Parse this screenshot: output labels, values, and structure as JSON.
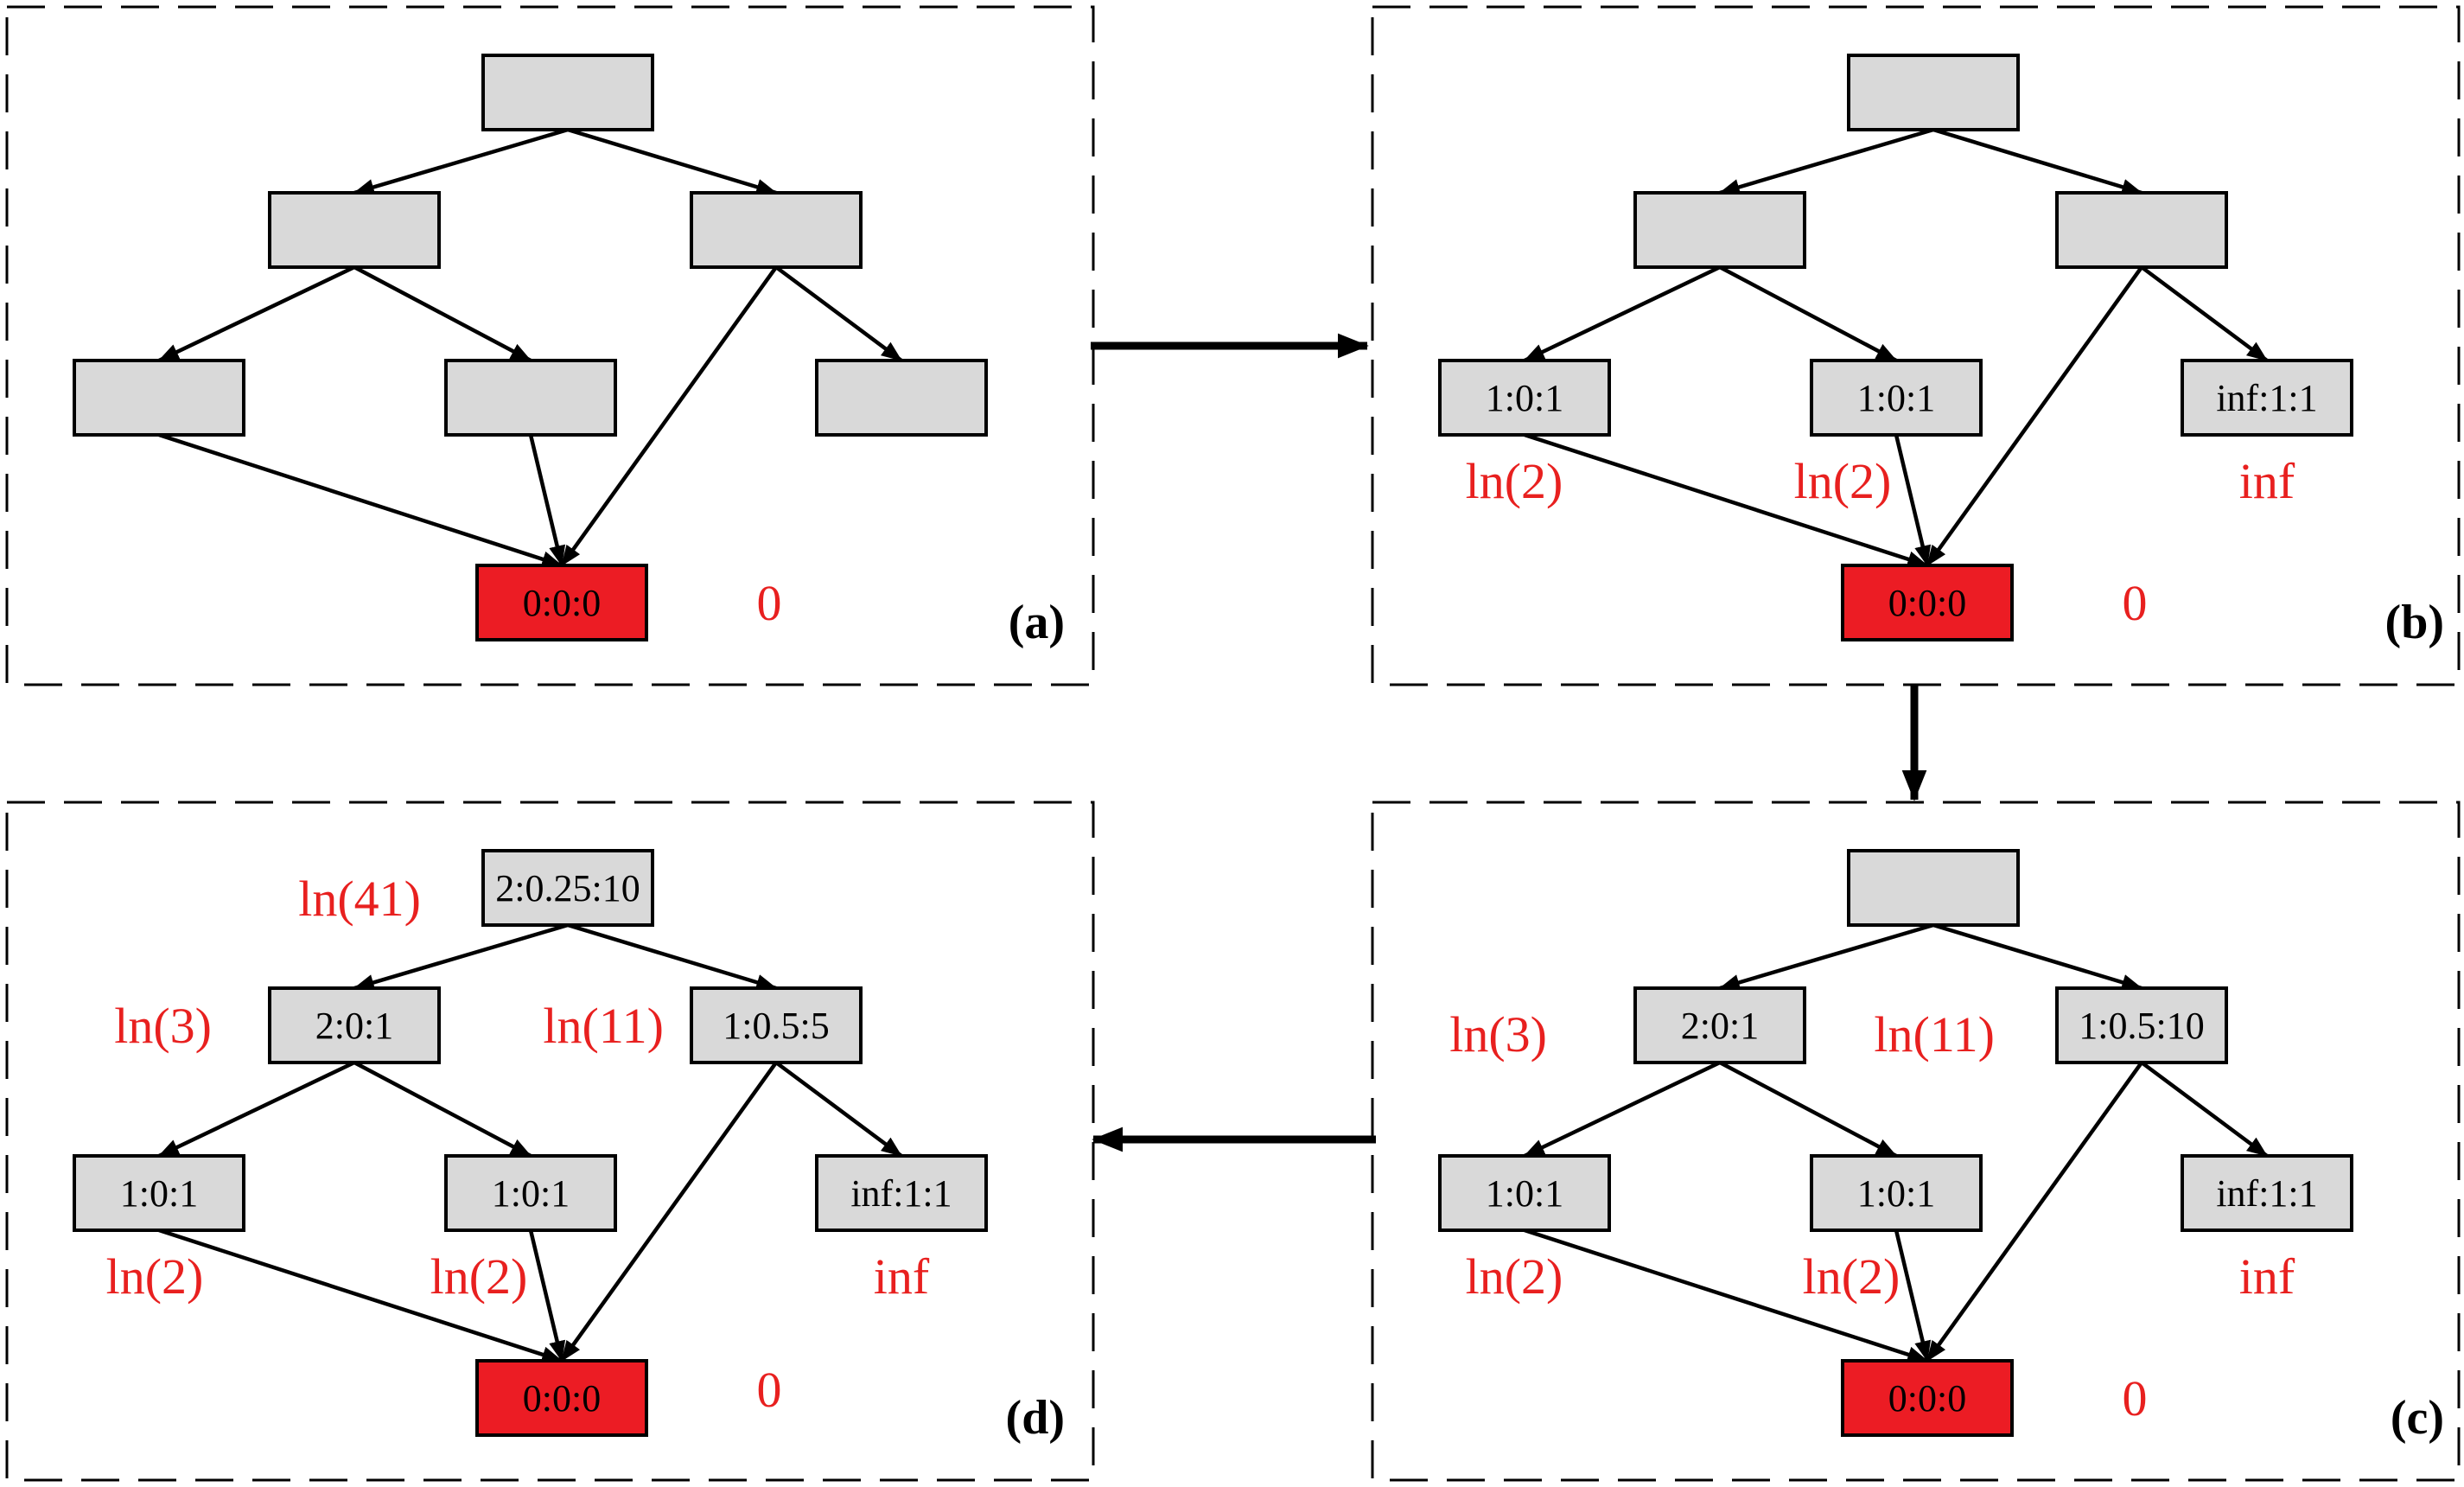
{
  "colors": {
    "node_fill": "#d9d9d9",
    "sink_fill": "#ec1c24",
    "score_text": "#e8201f",
    "stroke": "#000000"
  },
  "panels": [
    {
      "label": "(a)",
      "nodes": [
        {
          "text": "",
          "score": ""
        },
        {
          "text": "",
          "score": ""
        },
        {
          "text": "",
          "score": ""
        },
        {
          "text": "",
          "score": ""
        },
        {
          "text": "",
          "score": ""
        },
        {
          "text": "",
          "score": ""
        },
        {
          "text": "0:0:0",
          "score": "0"
        }
      ]
    },
    {
      "label": "(b)",
      "nodes": [
        {
          "text": "",
          "score": ""
        },
        {
          "text": "",
          "score": ""
        },
        {
          "text": "",
          "score": ""
        },
        {
          "text": "1:0:1",
          "score": "ln(2)"
        },
        {
          "text": "1:0:1",
          "score": "ln(2)"
        },
        {
          "text": "inf:1:1",
          "score": "inf"
        },
        {
          "text": "0:0:0",
          "score": "0"
        }
      ]
    },
    {
      "label": "(c)",
      "nodes": [
        {
          "text": "",
          "score": ""
        },
        {
          "text": "2:0:1",
          "score": "ln(3)"
        },
        {
          "text": "1:0.5:10",
          "score": "ln(11)"
        },
        {
          "text": "1:0:1",
          "score": "ln(2)"
        },
        {
          "text": "1:0:1",
          "score": "ln(2)"
        },
        {
          "text": "inf:1:1",
          "score": "inf"
        },
        {
          "text": "0:0:0",
          "score": "0"
        }
      ]
    },
    {
      "label": "(d)",
      "nodes": [
        {
          "text": "2:0.25:10",
          "score": "ln(41)"
        },
        {
          "text": "2:0:1",
          "score": "ln(3)"
        },
        {
          "text": "1:0.5:5",
          "score": "ln(11)"
        },
        {
          "text": "1:0:1",
          "score": "ln(2)"
        },
        {
          "text": "1:0:1",
          "score": "ln(2)"
        },
        {
          "text": "inf:1:1",
          "score": "inf"
        },
        {
          "text": "0:0:0",
          "score": "0"
        }
      ]
    }
  ]
}
